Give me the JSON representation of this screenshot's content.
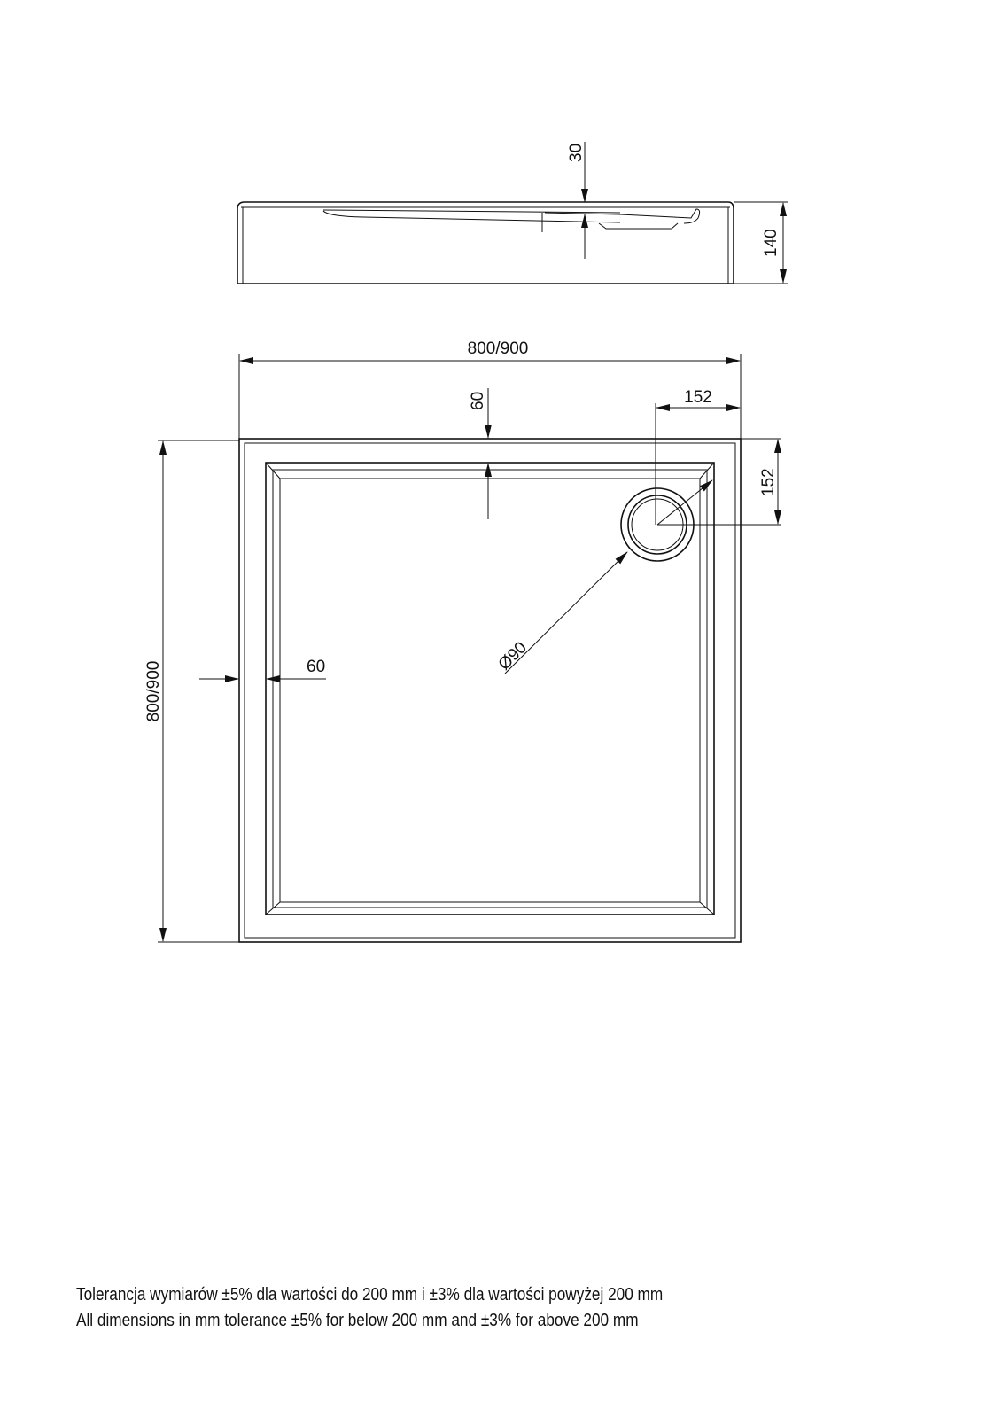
{
  "side_view": {
    "depth_label": "30",
    "height_label": "140"
  },
  "plan_view": {
    "width_label": "800/900",
    "length_label": "800/900",
    "rim_top_label": "60",
    "rim_side_label": "60",
    "drain_offset_x_label": "152",
    "drain_offset_y_label": "152",
    "drain_diameter_label": "Ø90"
  },
  "notes": {
    "polish": "Tolerancja wymiarów ±5% dla wartości do 200 mm i ±3% dla wartości powyżej 200 mm",
    "english": "All dimensions in mm tolerance ±5% for below 200 mm and ±3% for above 200 mm"
  }
}
